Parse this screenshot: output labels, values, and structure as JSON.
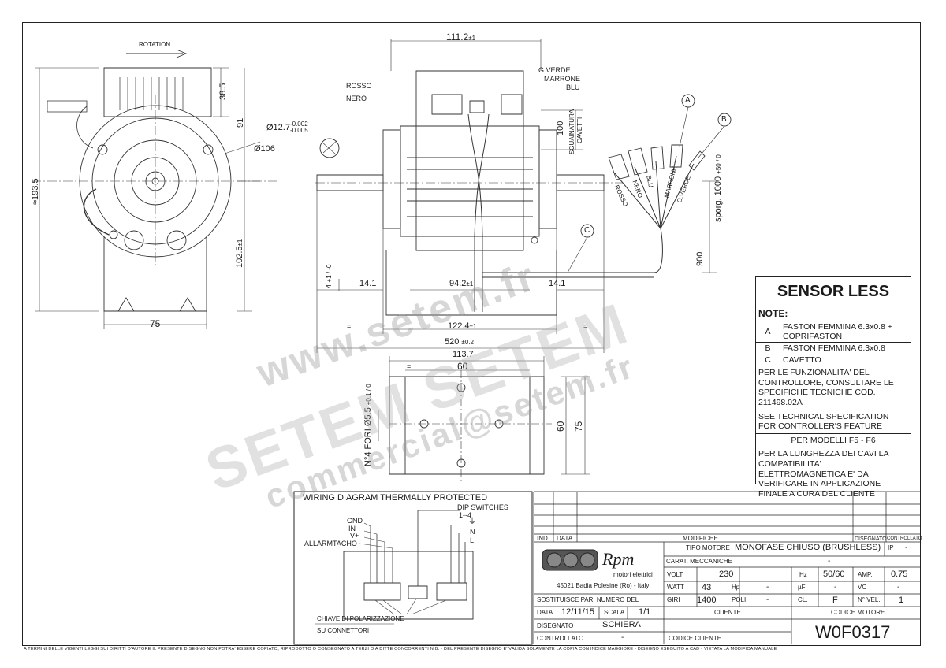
{
  "dims": {
    "rotation": "ROTATION",
    "d111": "111.2",
    "d111_tol": "±1",
    "g_verde": "G.VERDE",
    "marrone": "MARRONE",
    "blu": "BLU",
    "rosso": "ROSSO",
    "nero": "NERO",
    "d38": "38.5",
    "d91": "91",
    "d12": "Ø12.7",
    "d12_tol_up": "-0.002",
    "d12_tol_dn": "-0.005",
    "d106": "Ø106",
    "d193": "≈193.5",
    "d102": "102.5",
    "d102_tol": "±1",
    "d75a": "75",
    "d100": "100",
    "sguain": "SGUAINATURA",
    "cavetti": "CAVETTI",
    "d14a": "14.1",
    "d94": "94.2",
    "d94_tol": "±1",
    "d14b": "14.1",
    "d4": "4",
    "d4_tol": "+1 / -0",
    "d122": "122.4",
    "d122_tol": "±1",
    "d520": "520",
    "d520_tol": "±0.2",
    "d113": "113.7",
    "d60a": "60",
    "d60b": "60",
    "d75b": "75",
    "fori": "N°4 FORI Ø5.5",
    "fori_tol": "+0.1 / 0",
    "d900": "900",
    "sporg": "sporg. 1000",
    "sporg_tol": "+50 / 0",
    "lblA": "A",
    "lblB": "B",
    "lblC": "C",
    "wire_rosso": "ROSSO",
    "wire_nero": "NERO",
    "wire_blu": "BLU",
    "wire_marrone": "MARRONE",
    "wire_gverde": "G.VERDE",
    "eq": "="
  },
  "sensor": {
    "title": "SENSOR LESS",
    "note": "NOTE:",
    "rows": [
      {
        "k": "A",
        "v": "FASTON FEMMINA 6.3x0.8 + COPRIFASTON"
      },
      {
        "k": "B",
        "v": "FASTON FEMMINA 6.3x0.8"
      },
      {
        "k": "C",
        "v": "CAVETTO"
      }
    ],
    "p1": "PER LE FUNZIONALITA' DEL CONTROLLORE, CONSULTARE LE SPECIFICHE TECNICHE COD. 211498.02A",
    "p2": "SEE TECHNICAL SPECIFICATION FOR CONTROLLER'S FEATURE",
    "p3": "PER MODELLI F5 - F6",
    "p4": "PER LA LUNGHEZZA DEI CAVI LA COMPATIBILITA' ELETTROMAGNETICA E' DA VERIFICARE IN APPLICAZIONE FINALE A CURA DEL CLIENTE"
  },
  "wiring": {
    "title": "WIRING DIAGRAM THERMALLY PROTECTED",
    "dip": "DIP SWITCHES",
    "dip_range": "1--4",
    "gnd": "GND",
    "in": "IN",
    "vplus": "V+",
    "allarm": "ALLARMTACHO",
    "earth": "⏚",
    "n": "N",
    "l": "L",
    "chiave": "CHIAVE DI POLARIZZAZIONE",
    "su": "SU CONNETTORI"
  },
  "titleblock": {
    "ind": "IND.",
    "data_h": "DATA",
    "modifiche": "MODIFICHE",
    "disegnato_h": "DISEGNATO",
    "controllato_h": "CONTROLLATO",
    "company": "Rpm",
    "company_sub": "motori elettrici",
    "address": "45021 Badia Polesine (Ro) - Italy",
    "tipo_label": "TIPO MOTORE",
    "tipo_value": "MONOFASE CHIUSO (BRUSHLESS)",
    "ip_label": "IP",
    "ip_value": "-",
    "carat_label": "CARAT. MECCANICHE",
    "carat_value": "-",
    "volt_label": "VOLT",
    "volt_value": "230",
    "hz_label": "Hz",
    "hz_value": "50/60",
    "amp_label": "AMP.",
    "amp_value": "0.75",
    "watt_label": "WATT",
    "watt_value": "43",
    "hp_label": "Hp",
    "hp_value": "-",
    "uf_label": "µF",
    "uf_value": "-",
    "vc_label": "VC",
    "vc_value": "-",
    "giri_label": "GIRI",
    "giri_value": "1400",
    "poli_label": "POLI",
    "poli_value": "-",
    "cl_label": "CL.",
    "cl_value": "F",
    "nvel_label": "N° VEL.",
    "nvel_value": "1",
    "sostituisce": "SOSTITUISCE PARI NUMERO DEL",
    "data_label": "DATA",
    "data_value": "12/11/15",
    "scala_label": "SCALA",
    "scala_value": "1/1",
    "cliente_label": "CLIENTE",
    "codice_motore_label": "CODICE MOTORE",
    "disegnato_label": "DISEGNATO",
    "disegnato_value": "SCHIERA",
    "controllato_label": "CONTROLLATO",
    "controllato_value": "-",
    "codice_cliente_label": "CODICE CLIENTE",
    "codice_motore": "W0F0317"
  },
  "watermark": {
    "w1": "www.setem.fr",
    "w2": "SETEM SETEM",
    "w3": "commercial@setem.fr"
  },
  "footer": "A TERMINI DELLE VIGENTI LEGGI SUI DIRITTI D'AUTORE IL PRESENTE DISEGNO NON POTRA' ESSERE COPIATO, RIPRODOTTO O CONSEGNATO A TERZI O A DITTE CONCORRENTI N.B. - DEL PRESENTE DISEGNO E' VALIDA SOLAMENTE LA COPIA CON INDICE MAGGIORE - DISEGNO ESEGUITO A CAD - VIETATA LA MODIFICA MANUALE"
}
